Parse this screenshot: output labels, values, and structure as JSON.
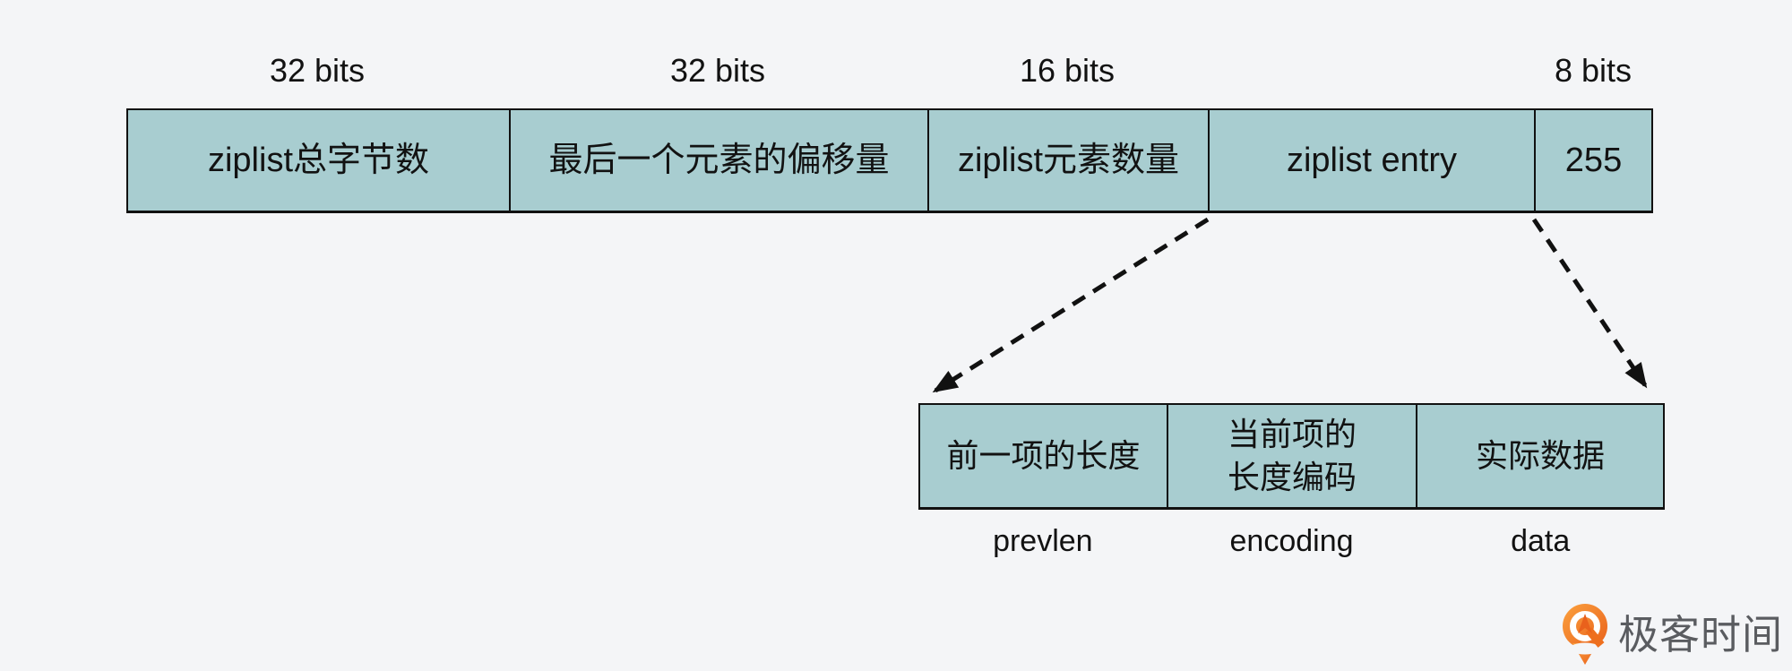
{
  "diagram": {
    "main_bar": {
      "cells": [
        {
          "label": "ziplist总字节数",
          "bits": "32 bits"
        },
        {
          "label": "最后一个元素的偏移量",
          "bits": "32 bits"
        },
        {
          "label": "ziplist元素数量",
          "bits": "16 bits"
        },
        {
          "label": "ziplist entry",
          "bits": ""
        },
        {
          "label": "255",
          "bits": "8 bits"
        }
      ]
    },
    "entry_bar": {
      "cells": [
        {
          "label_lines": [
            "前一项的长度"
          ],
          "field_name": "prevlen"
        },
        {
          "label_lines": [
            "当前项的",
            "长度编码"
          ],
          "field_name": "encoding"
        },
        {
          "label_lines": [
            "实际数据"
          ],
          "field_name": "data"
        }
      ]
    }
  },
  "branding": {
    "logo_text": "极客时间"
  },
  "colors": {
    "background": "#f4f5f7",
    "cell_fill": "#a8cdd0",
    "line": "#111111",
    "text": "#121212",
    "logo_orange": "#ee6f1e",
    "logo_orange_light": "#fba13e",
    "logo_text_gray": "#5a5c60"
  }
}
